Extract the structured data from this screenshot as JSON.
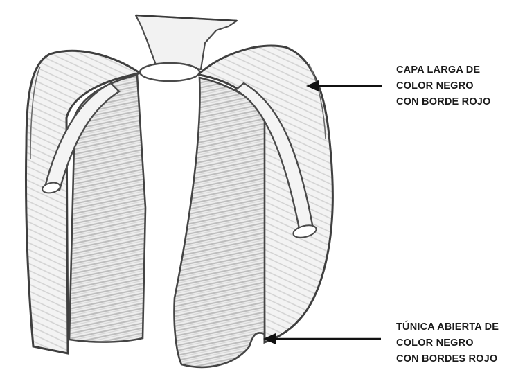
{
  "annotations": {
    "cape": {
      "lines": [
        "CAPA LARGA DE",
        "COLOR NEGRO",
        "CON BORDE ROJO"
      ]
    },
    "tunic": {
      "lines": [
        "TÚNICA ABIERTA DE",
        "COLOR NEGRO",
        "CON BORDES ROJO"
      ]
    }
  },
  "colors": {
    "pencil": "#4a4a4a",
    "shade": "#c9c9c9",
    "text": "#1a1a1a",
    "arrow": "#111111"
  }
}
